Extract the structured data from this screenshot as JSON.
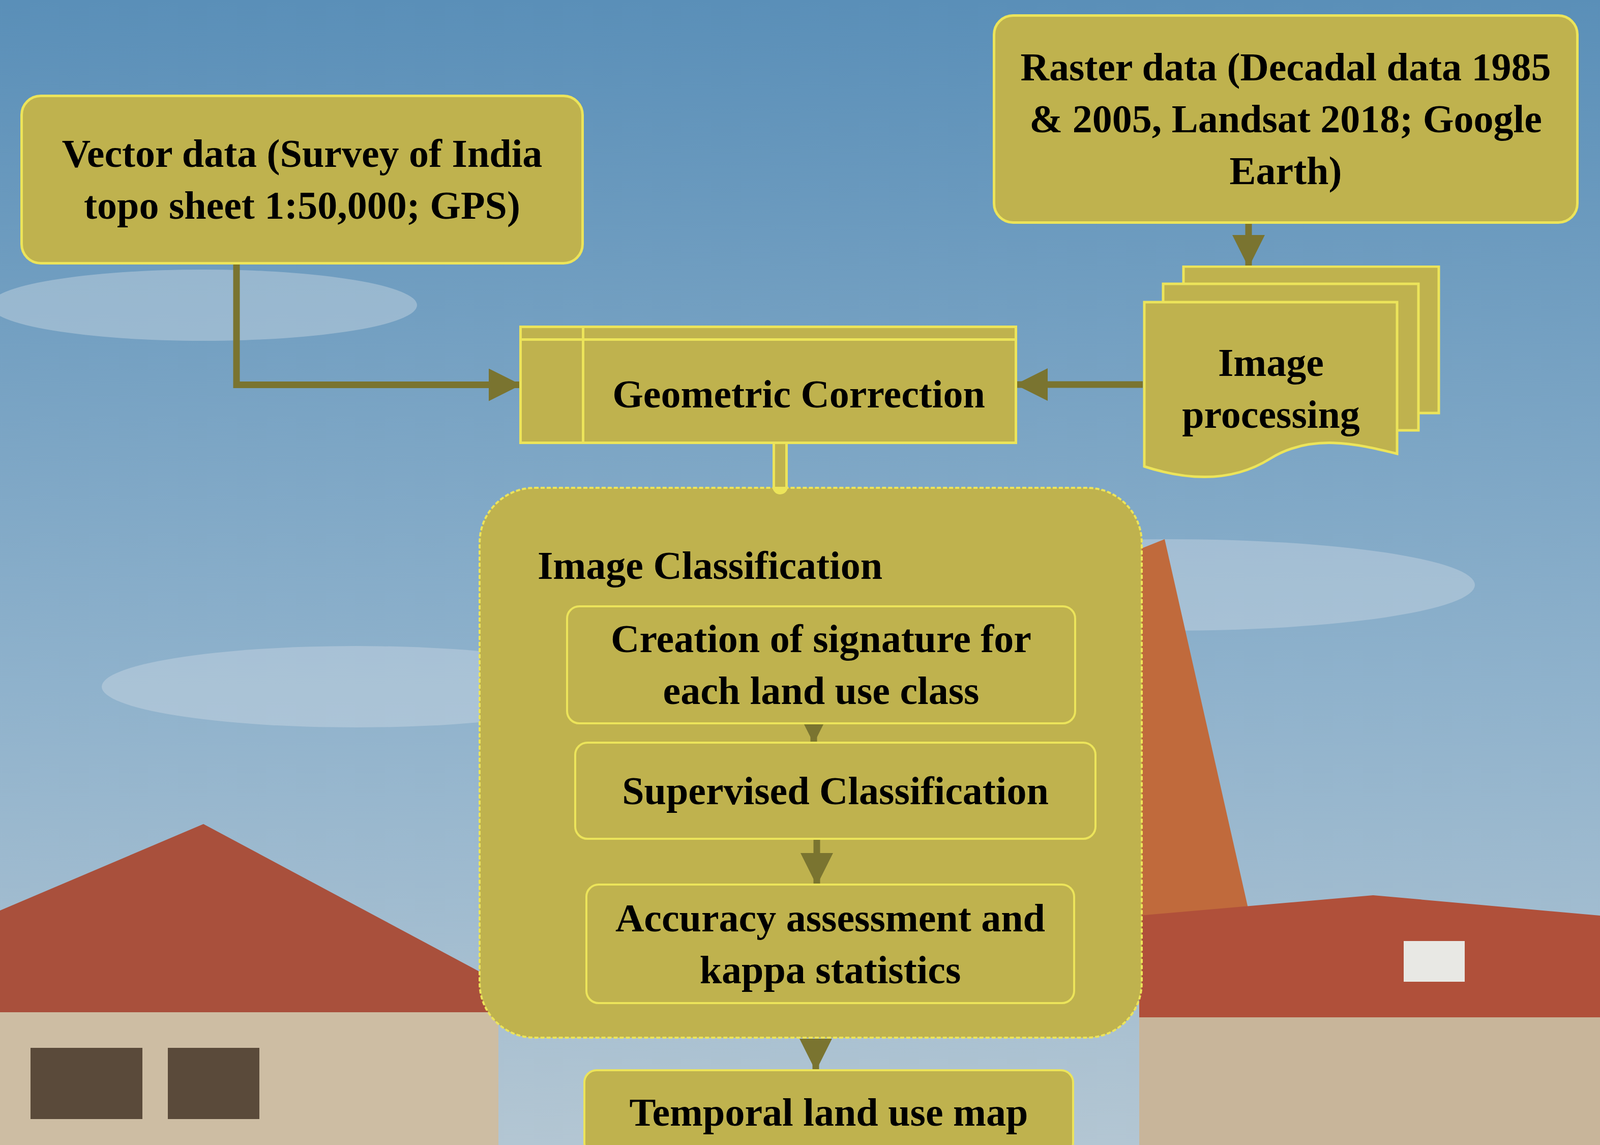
{
  "diagram": {
    "nodes": [
      {
        "text": [
          "Vector data (Survey of India topo sheet 1:50,000; GPS)"
        ]
      },
      {
        "text": [
          "Raster data (Decadal data 1985 & 2005, Landsat 2018; Google Earth)"
        ]
      },
      {
        "text": [
          "Geometric Correction"
        ]
      },
      {
        "text": [
          "Image processing"
        ]
      },
      {
        "text": [
          "Image Classification"
        ]
      },
      {
        "text": [
          "Creation of signature for each land use class"
        ],
        "in": 4
      },
      {
        "text": [
          "Supervised Classification"
        ],
        "in": 4
      },
      {
        "text": [
          "Accuracy assessment and kappa statistics"
        ],
        "in": 4
      },
      {
        "text": [
          "Temporal land use map"
        ]
      }
    ],
    "edges": [
      {
        "from": 0,
        "to": 2,
        "arrow": "to"
      },
      {
        "from": 1,
        "to": 3,
        "arrow": "to"
      },
      {
        "from": 3,
        "to": 2,
        "arrow": "to"
      },
      {
        "from": 2,
        "to": 4,
        "arrow": "none"
      },
      {
        "from": 5,
        "to": 6,
        "arrow": "to"
      },
      {
        "from": 6,
        "to": 7,
        "arrow": "to"
      },
      {
        "from": 4,
        "to": 8,
        "arrow": "to"
      }
    ]
  }
}
